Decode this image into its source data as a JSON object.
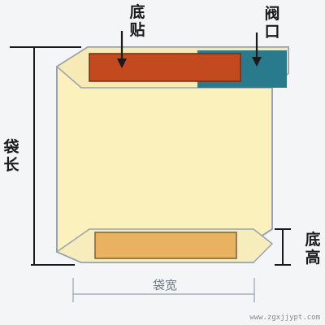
{
  "labels": {
    "bottom_patch": [
      "底",
      "贴"
    ],
    "valve_port": [
      "阀",
      "口"
    ],
    "bag_length": [
      "袋",
      "长"
    ],
    "bottom_height": [
      "底",
      "高"
    ],
    "bag_width": "袋宽"
  },
  "watermark": "www.zgxjjypt.com",
  "colors": {
    "background": "#f3f5f6",
    "bag_fill": "#fbf1bd",
    "bag_outline": "#9aa3ad",
    "bottom_patch_fill": "#c24a1e",
    "valve_port_fill": "#2a7a8e",
    "bottom_block_fill": "#e9b260",
    "line": "#1a1a1a"
  }
}
